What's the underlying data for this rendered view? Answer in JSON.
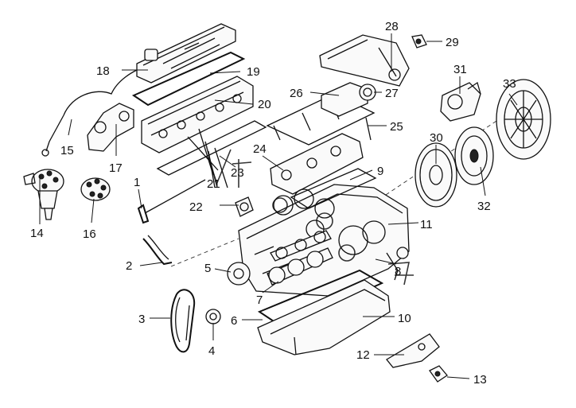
{
  "diagram": {
    "callouts": [
      {
        "id": "c1",
        "label": "1"
      },
      {
        "id": "c2",
        "label": "2"
      },
      {
        "id": "c3",
        "label": "3"
      },
      {
        "id": "c4",
        "label": "4"
      },
      {
        "id": "c5",
        "label": "5"
      },
      {
        "id": "c6",
        "label": "6"
      },
      {
        "id": "c7",
        "label": "7"
      },
      {
        "id": "c8",
        "label": "8"
      },
      {
        "id": "c9",
        "label": "9"
      },
      {
        "id": "c10",
        "label": "10"
      },
      {
        "id": "c11",
        "label": "11"
      },
      {
        "id": "c12",
        "label": "12"
      },
      {
        "id": "c13",
        "label": "13"
      },
      {
        "id": "c14",
        "label": "14"
      },
      {
        "id": "c15",
        "label": "15"
      },
      {
        "id": "c16",
        "label": "16"
      },
      {
        "id": "c17",
        "label": "17"
      },
      {
        "id": "c18",
        "label": "18"
      },
      {
        "id": "c19",
        "label": "19"
      },
      {
        "id": "c20",
        "label": "20"
      },
      {
        "id": "c21",
        "label": "21"
      },
      {
        "id": "c22",
        "label": "22"
      },
      {
        "id": "c23",
        "label": "23"
      },
      {
        "id": "c24",
        "label": "24"
      },
      {
        "id": "c25",
        "label": "25"
      },
      {
        "id": "c26",
        "label": "26"
      },
      {
        "id": "c27",
        "label": "27"
      },
      {
        "id": "c28",
        "label": "28"
      },
      {
        "id": "c29",
        "label": "29"
      },
      {
        "id": "c30",
        "label": "30"
      },
      {
        "id": "c31",
        "label": "31"
      },
      {
        "id": "c32",
        "label": "32"
      },
      {
        "id": "c33",
        "label": "33"
      }
    ],
    "colors": {
      "ink": "#111111",
      "paper": "#ffffff"
    }
  }
}
